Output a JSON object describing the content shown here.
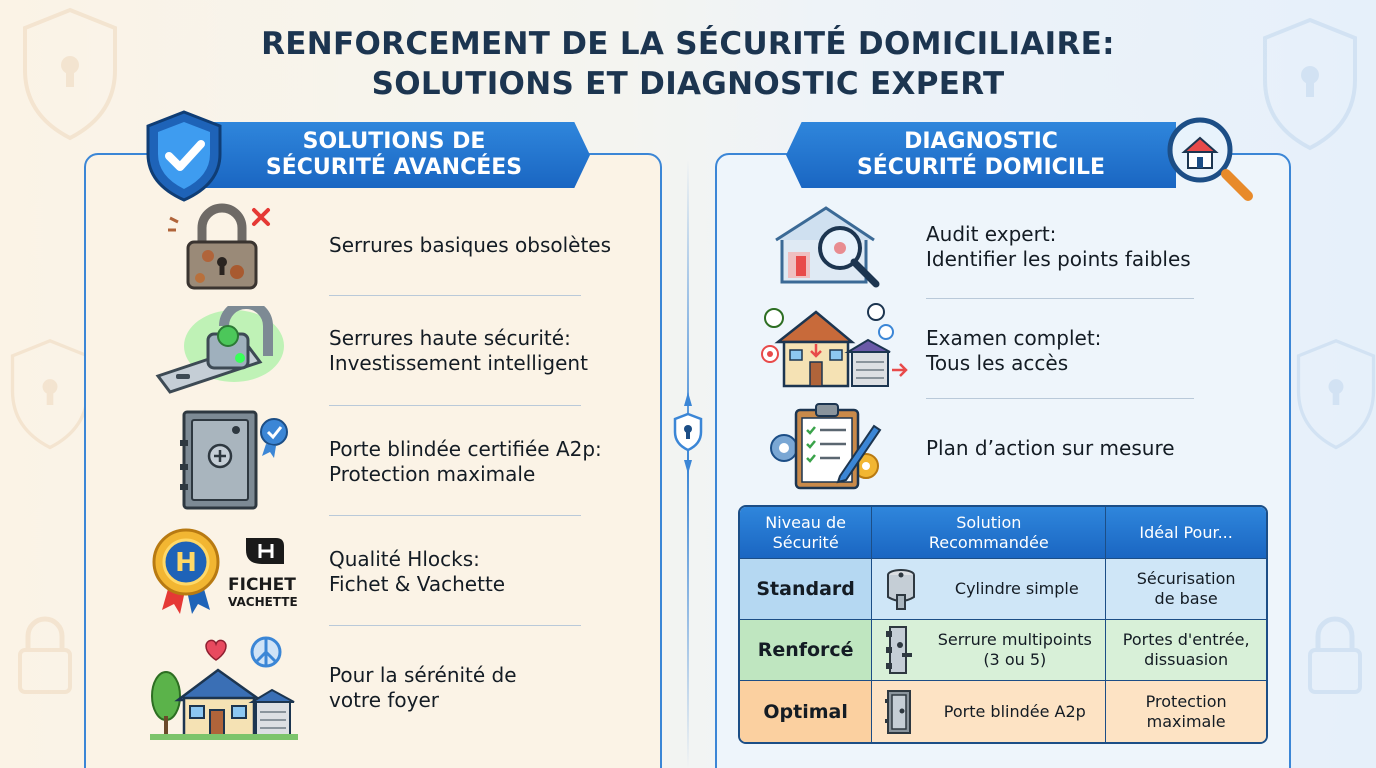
{
  "title": {
    "line1": "RENFORCEMENT DE LA SÉCURITÉ DOMICILIAIRE:",
    "line2": "SOLUTIONS ET DIAGNOSTIC EXPERT"
  },
  "left_panel": {
    "banner_line1": "SOLUTIONS DE",
    "banner_line2": "SÉCURITÉ AVANCÉES",
    "items": [
      {
        "icon": "rusty-padlock-icon",
        "line1": "Serrures basiques obsolètes",
        "line2": ""
      },
      {
        "icon": "high-security-lock-icon",
        "line1": "Serrures haute sécurité:",
        "line2": "Investissement intelligent"
      },
      {
        "icon": "armored-door-icon",
        "line1": "Porte blindée certifiée A2p:",
        "line2": "Protection maximale"
      },
      {
        "icon": "hlocks-badge-icon",
        "line1": "Qualité Hlocks:",
        "line2": "Fichet & Vachette"
      },
      {
        "icon": "house-heart-icon",
        "line1": "Pour la sérénité de",
        "line2": "votre foyer"
      }
    ],
    "brand_logo_text": {
      "line1": "FICHET",
      "line2": "VACHETTE"
    }
  },
  "right_panel": {
    "banner_line1": "DIAGNOSTIC",
    "banner_line2": "SÉCURITÉ DOMICILE",
    "items": [
      {
        "icon": "house-magnifier-icon",
        "line1": "Audit expert:",
        "line2": "Identifier les points faibles"
      },
      {
        "icon": "house-inspection-icon",
        "line1": "Examen complet:",
        "line2": "Tous les accès"
      },
      {
        "icon": "clipboard-plan-icon",
        "line1": "Plan d’action sur mesure",
        "line2": ""
      }
    ]
  },
  "table": {
    "headers": [
      "Niveau de Sécurité",
      "Solution Recommandée",
      "Idéal Pour..."
    ],
    "header_lines": [
      [
        "Niveau de",
        "Sécurité"
      ],
      [
        "Solution",
        "Recommandée"
      ],
      [
        "Idéal Pour...",
        ""
      ]
    ],
    "rows": [
      {
        "level": "Standard",
        "solution_icon": "cylinder-icon",
        "solution": [
          "Cylindre simple",
          ""
        ],
        "ideal": [
          "Sécurisation",
          "de base"
        ]
      },
      {
        "level": "Renforcé",
        "solution_icon": "multipoint-lock-icon",
        "solution": [
          "Serrure multipoints",
          "(3 ou 5)"
        ],
        "ideal": [
          "Portes d'entrée,",
          "dissuasion"
        ]
      },
      {
        "level": "Optimal",
        "solution_icon": "armored-door-small-icon",
        "solution": [
          "Porte blindée A2p",
          ""
        ],
        "ideal": [
          "Protection",
          "maximale"
        ]
      }
    ]
  },
  "colors": {
    "accent_blue": "#2f86dc",
    "title_navy": "#1c3550",
    "left_bg": "#fbf3e6",
    "right_bg": "#eef5fb"
  }
}
